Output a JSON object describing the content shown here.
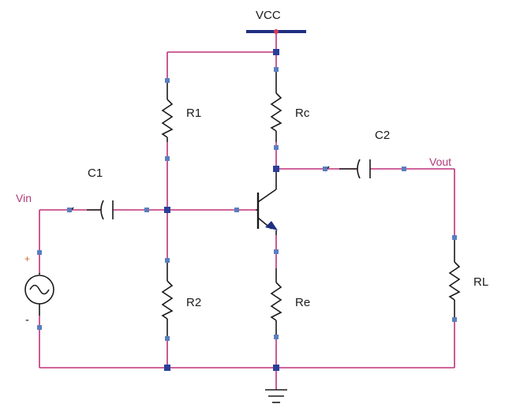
{
  "labels": {
    "vcc": "VCC",
    "vin": "Vin",
    "vout": "Vout",
    "r1": "R1",
    "r2": "R2",
    "rc": "Rc",
    "re": "Re",
    "rl": "RL",
    "c1": "C1",
    "c2": "C2",
    "plus": "+",
    "minus": "-"
  },
  "colors": {
    "wire": "#c0307a",
    "component": "#1a1a1a",
    "pin": "#5a7fbf",
    "junction": "#2a3f99",
    "vcc_bus": "#1f2f80",
    "emitter_arrow": "#1f2f80"
  }
}
